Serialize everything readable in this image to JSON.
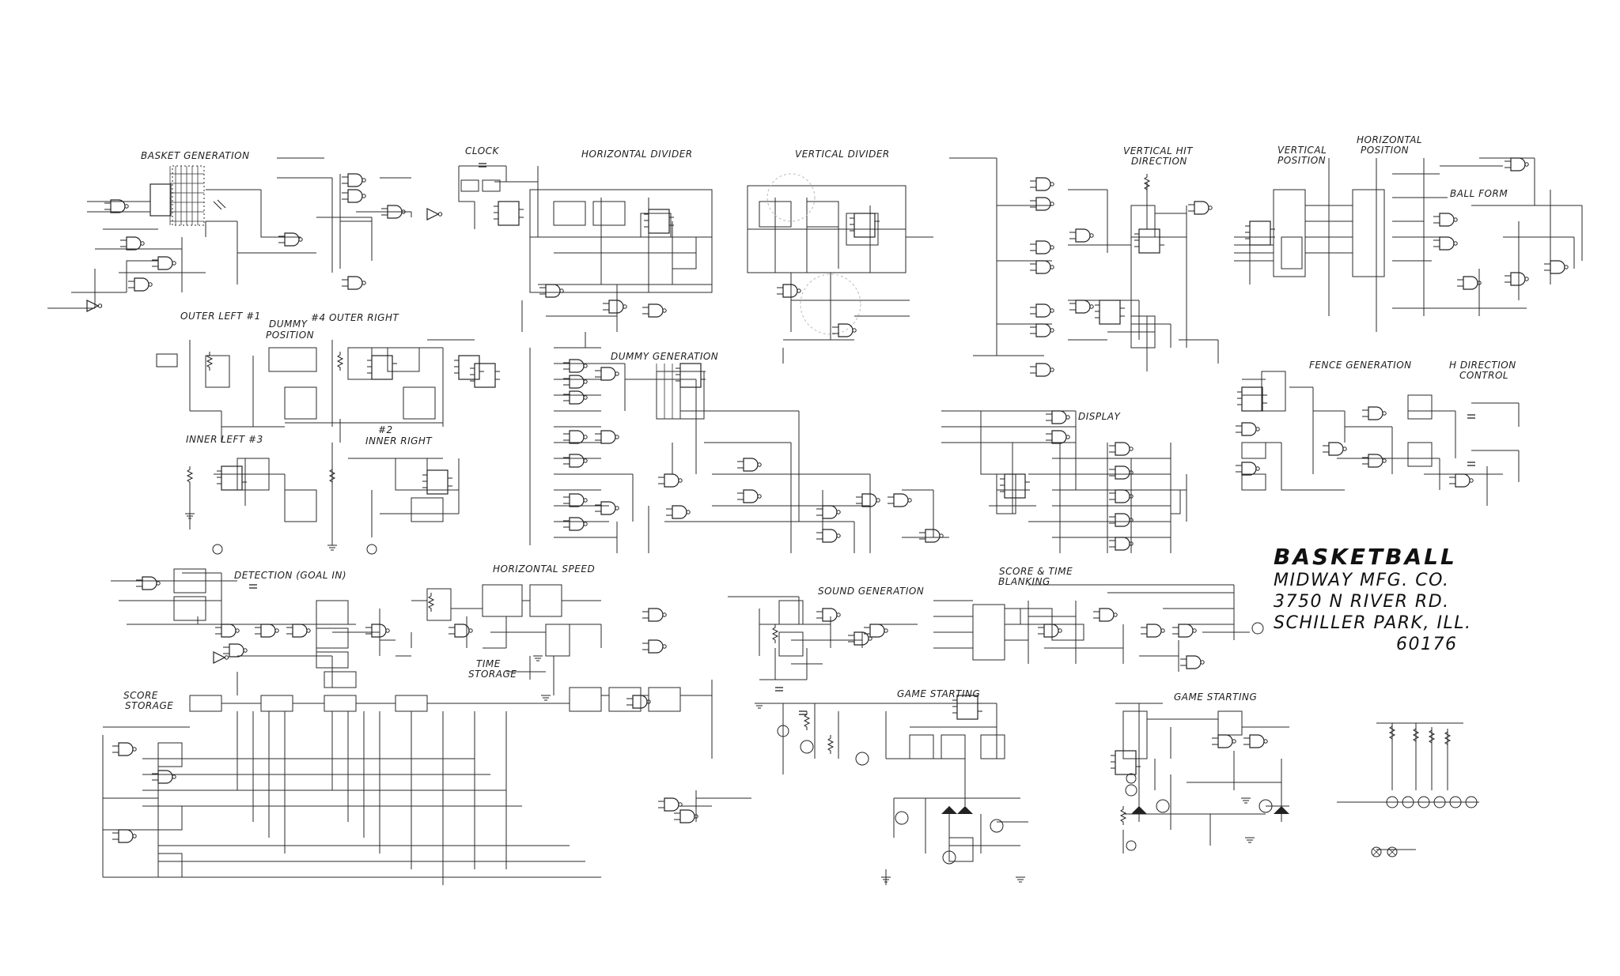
{
  "title_block": {
    "title": "BASKETBALL",
    "company": "MIDWAY MFG. CO.",
    "street": "3750 N RIVER RD.",
    "city": "SCHILLER PARK, ILL.",
    "zip": "60176"
  },
  "sections": {
    "basket_generation": "BASKET GENERATION",
    "clock": "CLOCK",
    "horizontal_divider": "HORIZONTAL DIVIDER",
    "vertical_divider": "VERTICAL DIVIDER",
    "vertical_hit_direction_1": "VERTICAL HIT",
    "vertical_hit_direction_2": "DIRECTION",
    "vertical_position_1": "VERTICAL",
    "vertical_position_2": "POSITION",
    "horizontal_position_1": "HORIZONTAL",
    "horizontal_position_2": "POSITION",
    "ball_form": "BALL FORM",
    "outer_left": "OUTER LEFT #1",
    "dummy_position_1": "DUMMY",
    "dummy_position_2": "POSITION",
    "outer_right": "#4 OUTER RIGHT",
    "inner_left": "INNER LEFT #3",
    "inner_right_1": "#2",
    "inner_right_2": "INNER RIGHT",
    "dummy_generation": "DUMMY GENERATION",
    "display": "DISPLAY",
    "fence_generation": "FENCE GENERATION",
    "h_direction_control_1": "H DIRECTION",
    "h_direction_control_2": "CONTROL",
    "detection_goal_in": "DETECTION (GOAL IN)",
    "horizontal_speed": "HORIZONTAL SPEED",
    "sound_generation": "SOUND GENERATION",
    "score_time_blanking_1": "SCORE & TIME",
    "score_time_blanking_2": "BLANKING",
    "score_storage_1": "SCORE",
    "score_storage_2": "STORAGE",
    "time_storage_1": "TIME",
    "time_storage_2": "STORAGE",
    "game_starting_1": "GAME STARTING",
    "game_starting_2": "GAME STARTING"
  }
}
